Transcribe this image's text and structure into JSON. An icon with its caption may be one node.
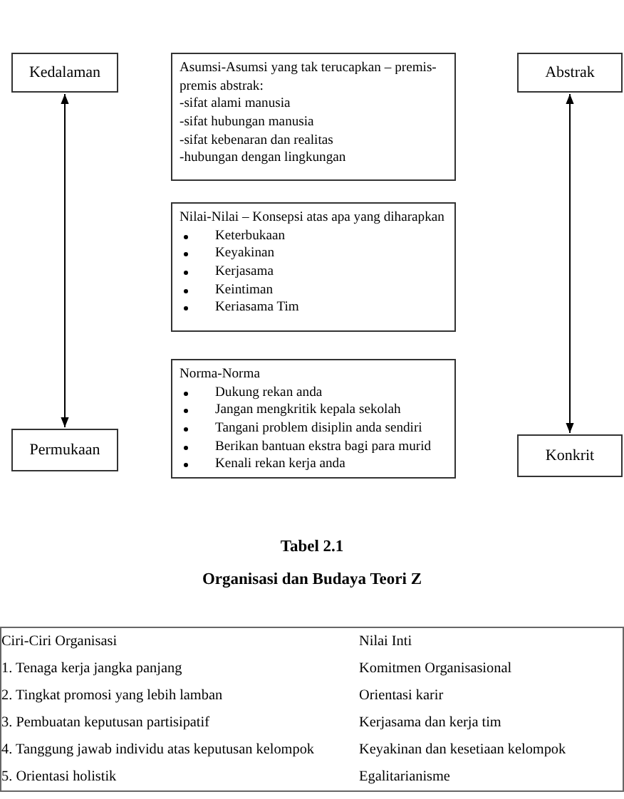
{
  "diagram": {
    "nodes": [
      {
        "text": [
          "Kedalaman"
        ]
      },
      {
        "text": [
          "Asumsi-Asumsi yang tak terucapkan – premis-premis abstrak:",
          "-sifat alami manusia",
          "-sifat hubungan manusia",
          "-sifat kebenaran dan realitas",
          "-hubungan dengan lingkungan"
        ]
      },
      {
        "text": [
          "Abstrak"
        ]
      },
      {
        "text": [
          "Nilai-Nilai – Konsepsi atas apa yang diharapkan",
          "Keterbukaan",
          "Keyakinan",
          "Kerjasama",
          "Keintiman",
          "Keriasama Tim"
        ]
      },
      {
        "text": [
          "Norma-Norma",
          "Dukung rekan anda",
          "Jangan mengkritik kepala sekolah",
          "Tangani problem disiplin anda sendiri",
          "Berikan bantuan ekstra bagi para murid",
          "Kenali rekan kerja anda"
        ]
      },
      {
        "text": [
          "Permukaan"
        ]
      },
      {
        "text": [
          "Konkrit"
        ]
      }
    ],
    "edges": [
      {
        "from": 0,
        "to": 5,
        "arrow": "both"
      },
      {
        "from": 2,
        "to": 6,
        "arrow": "both"
      }
    ],
    "labels": [
      "Tabel 2.1",
      "Organisasi dan Budaya Teori Z",
      "Ciri-Ciri Organisasi",
      "Nilai Inti",
      "1. Tenaga kerja jangka panjang",
      "Komitmen Organisasional",
      "2. Tingkat promosi yang lebih lamban",
      "Orientasi karir",
      "3. Pembuatan keputusan partisipatif",
      "Kerjasama dan kerja tim",
      "4. Tanggung jawab individu atas keputusan kelompok",
      "Keyakinan dan kesetiaan kelompok",
      "5. Orientasi holistik",
      "Egalitarianisme"
    ]
  }
}
